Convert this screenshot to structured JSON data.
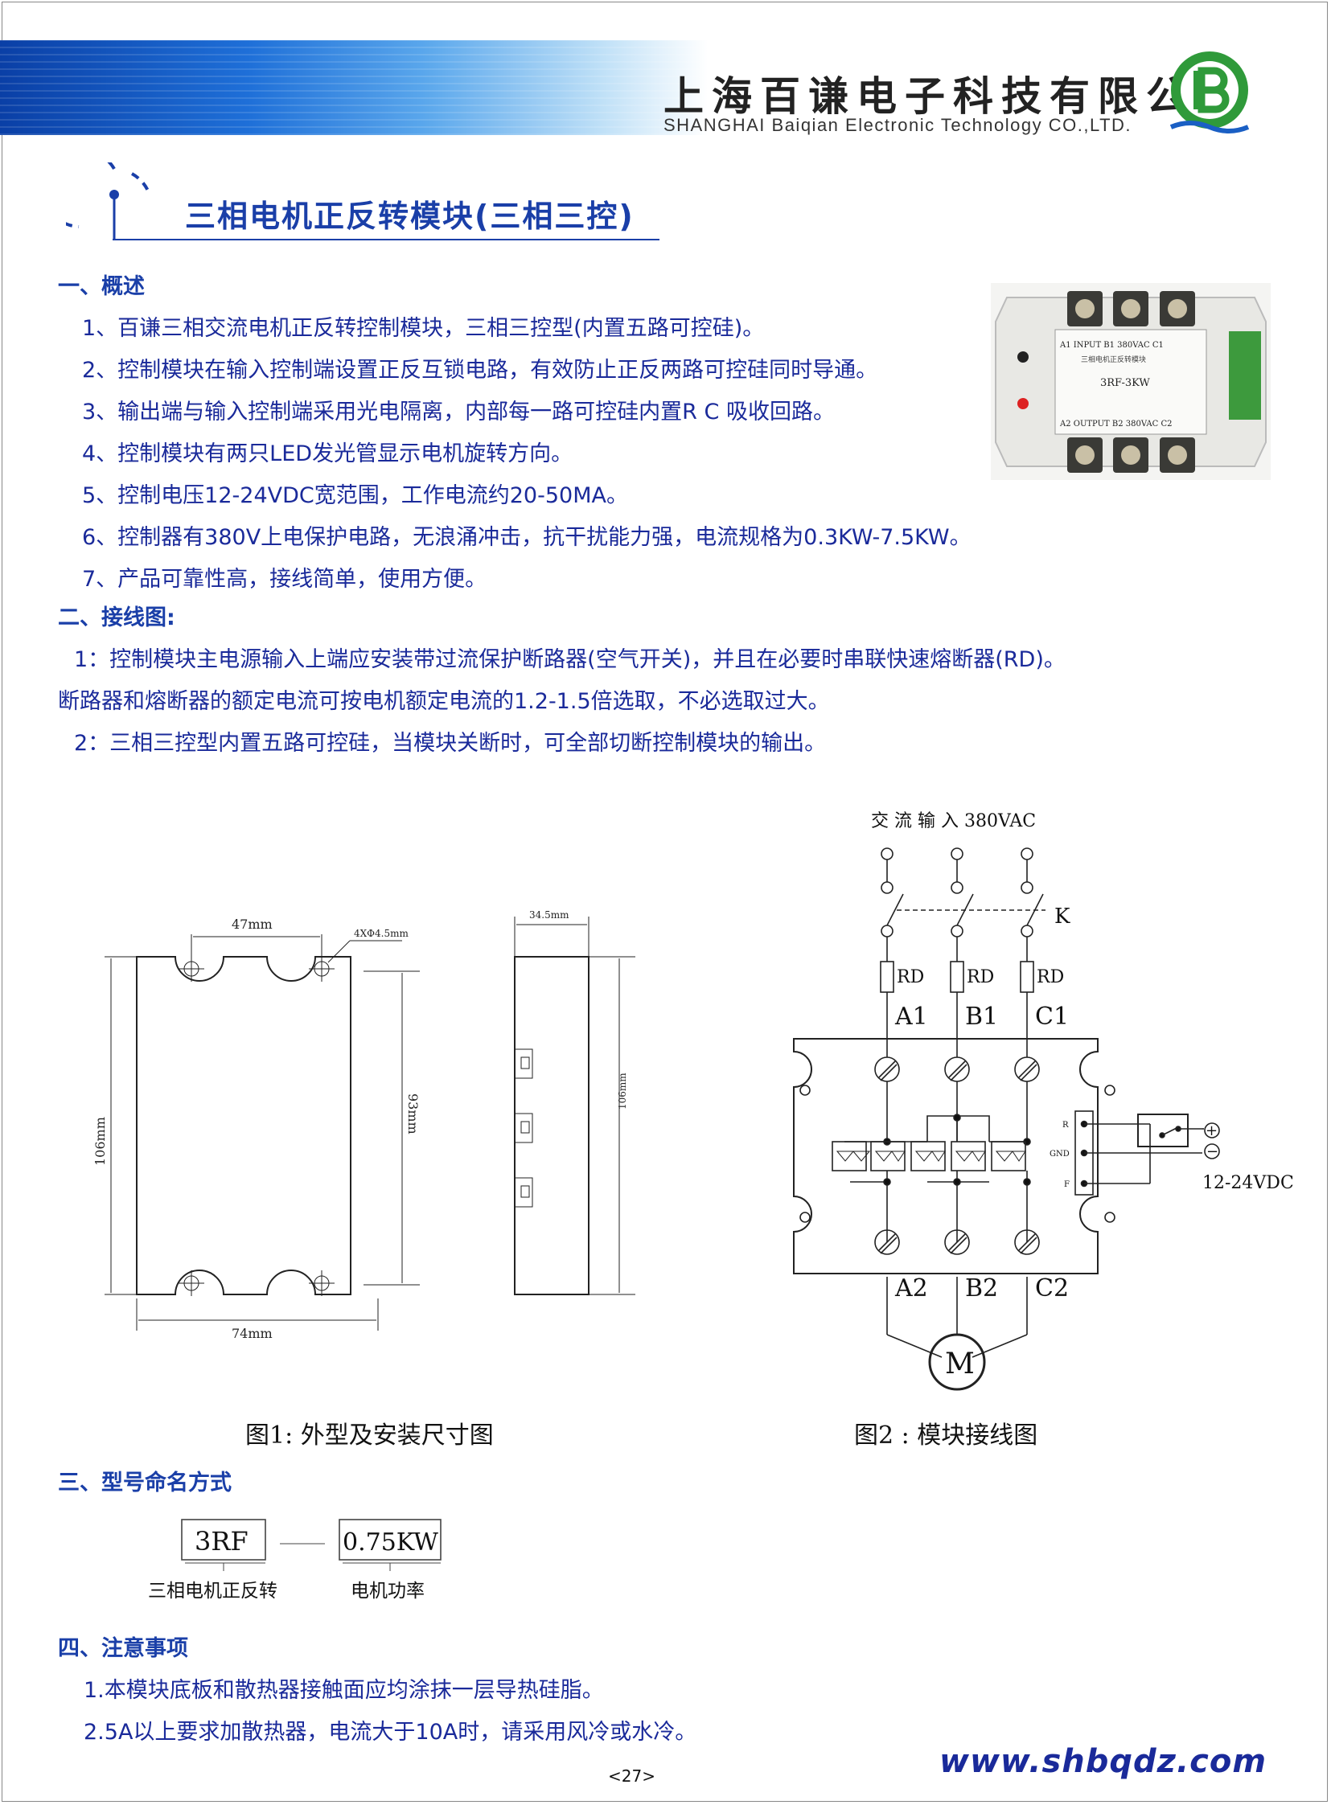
{
  "header": {
    "company_cn": "上海百谦电子科技有限公司",
    "company_en": "SHANGHAI  Baiqian Electronic Technology CO.,LTD.",
    "logo_icon": "bq-logo-icon"
  },
  "title": "三相电机正反转模块(三相三控)",
  "section1": {
    "heading": "一、概述",
    "items": [
      "1、百谦三相交流电机正反转控制模块，三相三控型(内置五路可控硅)。",
      "2、控制模块在输入控制端设置正反互锁电路，有效防止正反两路可控硅同时导通。",
      "3、输出端与输入控制端采用光电隔离，内部每一路可控硅内置R C 吸收回路。",
      "4、控制模块有两只LED发光管显示电机旋转方向。",
      "5、控制电压12-24VDC宽范围，工作电流约20-50MA。",
      "6、控制器有380V上电保护电路，无浪涌冲击，抗干扰能力强，电流规格为0.3KW-7.5KW。",
      "7、产品可靠性高，接线简单，使用方便。"
    ]
  },
  "product_photo": {
    "label_top": "A1  INPUT  B1  380VAC  C1",
    "label_mid": "三相电机正反转模块",
    "model": "3RF-3KW",
    "label_bot": "A2  OUTPUT  B2  380VAC  C2"
  },
  "section2": {
    "heading": "二、接线图:",
    "lines": [
      "1：控制模块主电源输入上端应安装带过流保护断路器(空气开关)，并且在必要时串联快速熔断器(RD)。",
      "断路器和熔断器的额定电流可按电机额定电流的1.2-1.5倍选取，不必选取过大。",
      "2：三相三控型内置五路可控硅，当模块关断时，可全部切断控制模块的输出。"
    ]
  },
  "figure1": {
    "dim_top": "47mm",
    "dim_hole": "4XΦ4.5mm",
    "dim_left": "106mm",
    "dim_right": "93mm",
    "dim_bottom": "74mm",
    "dim_side_top": "34.5mm",
    "dim_side_right": "106mm",
    "caption": "图1:  外型及安装尺寸图"
  },
  "figure2": {
    "input_label": "交 流 输 入 380VAC",
    "switch_label": "K",
    "fuse_label": "RD",
    "phase_top": [
      "A1",
      "B1",
      "C1"
    ],
    "phase_bottom": [
      "A2",
      "B2",
      "C2"
    ],
    "terminal_labels": [
      "R",
      "GND",
      "F"
    ],
    "plus": "+",
    "minus": "−",
    "voltage": "12-24VDC",
    "motor": "M",
    "caption": "图2 :  模块接线图"
  },
  "section3": {
    "heading": "三、型号命名方式",
    "box1": "3RF",
    "box2": "0.75KW",
    "desc1": "三相电机正反转",
    "desc2": "电机功率"
  },
  "section4": {
    "heading": "四、注意事项",
    "items": [
      "1.本模块底板和散热器接触面应均涂抹一层导热硅脂。",
      "2.5A以上要求加散热器，电流大于10A时，请采用风冷或水冷。"
    ]
  },
  "website": "www.shbqdz.com",
  "page_number": "<27>"
}
